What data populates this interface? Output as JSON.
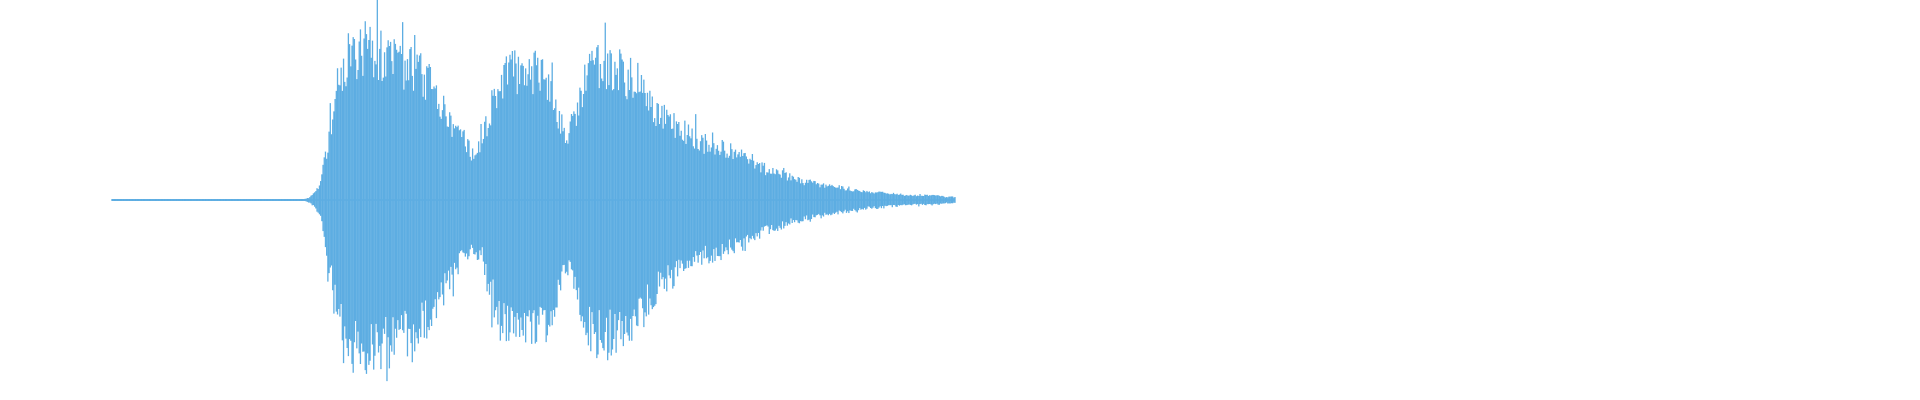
{
  "waveform": {
    "color": "#5dade2",
    "baseline_color": "#5dade2",
    "envelope": [
      0.0,
      0.0,
      0.0,
      0.0,
      0.0,
      0.0,
      0.0,
      0.0,
      0.0,
      0.0,
      0.0,
      0.0,
      0.0,
      0.0,
      0.0,
      0.0,
      0.0,
      0.0,
      0.0,
      0.0,
      0.0,
      0.02,
      0.1,
      0.45,
      0.8,
      0.95,
      0.98,
      1.0,
      0.96,
      0.92,
      0.9,
      0.88,
      0.86,
      0.8,
      0.7,
      0.6,
      0.45,
      0.4,
      0.3,
      0.36,
      0.6,
      0.78,
      0.82,
      0.84,
      0.86,
      0.82,
      0.78,
      0.6,
      0.4,
      0.55,
      0.8,
      0.88,
      0.9,
      0.86,
      0.82,
      0.8,
      0.7,
      0.62,
      0.55,
      0.5,
      0.46,
      0.42,
      0.38,
      0.36,
      0.34,
      0.32,
      0.3,
      0.28,
      0.24,
      0.2,
      0.18,
      0.16,
      0.14,
      0.12,
      0.11,
      0.1,
      0.09,
      0.08,
      0.07,
      0.06,
      0.05,
      0.05,
      0.04,
      0.04,
      0.03,
      0.03,
      0.03,
      0.03,
      0.02,
      0.02
    ]
  }
}
